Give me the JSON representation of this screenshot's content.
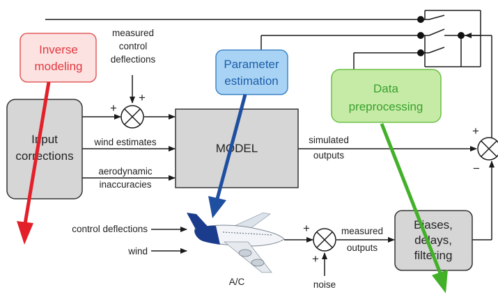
{
  "blocks": {
    "inverse_modeling": [
      "Inverse",
      "modeling"
    ],
    "parameter_estimation": [
      "Parameter",
      "estimation"
    ],
    "data_preprocessing": [
      "Data",
      "preprocessing"
    ],
    "input_corrections": [
      "Input",
      "corrections"
    ],
    "model": "MODEL",
    "biases": [
      "Biases,",
      "delays,",
      "filtering"
    ]
  },
  "labels": {
    "measured_control_deflections": [
      "measured",
      "control",
      "deflections"
    ],
    "wind_estimates": "wind estimates",
    "aerodynamic_inaccuracies": [
      "aerodynamic",
      "inaccuracies"
    ],
    "simulated_outputs": [
      "simulated",
      "outputs"
    ],
    "control_deflections": "control deflections",
    "wind": "wind",
    "aircraft": "A/C",
    "measured_outputs": [
      "measured",
      "outputs"
    ],
    "noise": "noise"
  },
  "signs": {
    "sum1_left": "+",
    "sum1_top": "+",
    "sum2_top": "+",
    "sum2_bottom": "−",
    "sum3_left": "+",
    "sum3_bottom": "+"
  },
  "colors": {
    "inverse_fill": "#fde2e2",
    "inverse_stroke": "#e25a5a",
    "inverse_text": "#e0393e",
    "inverse_arrow": "#e3202a",
    "param_fill": "#a9d3f5",
    "param_stroke": "#3f86c8",
    "param_text": "#1d5fa8",
    "param_arrow": "#1f4fa0",
    "data_fill": "#c6eba6",
    "data_stroke": "#6cbf45",
    "data_text": "#3aa12e",
    "data_arrow": "#43b02a",
    "box_fill": "#d6d6d6",
    "box_stroke": "#333333"
  }
}
